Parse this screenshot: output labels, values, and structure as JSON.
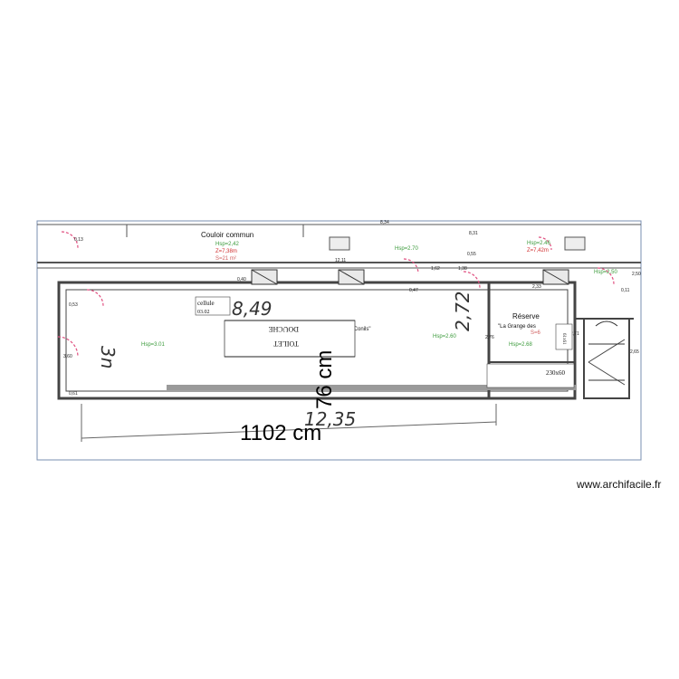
{
  "plan": {
    "corridor_title": "Couloir commun",
    "corridor_hsp": "Hsp=2,42",
    "corridor_z": "Z=7,38m",
    "corridor_s": "S=21 m²",
    "hsp_main": "Hsp=3.01",
    "hsp_270": "Hsp=2.70",
    "hsp_left_top": "Hsp=2.46",
    "hsp_left_z": "Z=7,42m",
    "hsp_260": "Hsp=2.60",
    "hsp_268": "Hsp=2.68",
    "hsp_250": "Hsp=2.50",
    "shop_name": "ge des 3 Conils\"",
    "reserve_title": "Réserve",
    "reserve_name": "\"La Grange des",
    "reserve_s": "S=6",
    "box_cellule": "cellule",
    "box_cellule_sub": "03.02",
    "box_center_line1": "DOUCHE",
    "box_center_line2": "TOILET",
    "box_right": "230x60",
    "box_small": "61x61",
    "hand_849": "8,49",
    "hand_3n": "3n",
    "hand_272": "2,72",
    "hand_1235": "12,35",
    "dim_width": "1102 cm",
    "dim_height": "76 cm",
    "small_dims": [
      "0,13",
      "8,34",
      "8,31",
      "0,40",
      "12,11",
      "1,62",
      "0,47",
      "1,38",
      "2,33",
      "0,11",
      "2,71",
      "3,60",
      "0,53",
      "2,50",
      "0,61",
      "2,76",
      "0,55",
      "2,65"
    ]
  },
  "watermark": "www.archifacile.fr"
}
